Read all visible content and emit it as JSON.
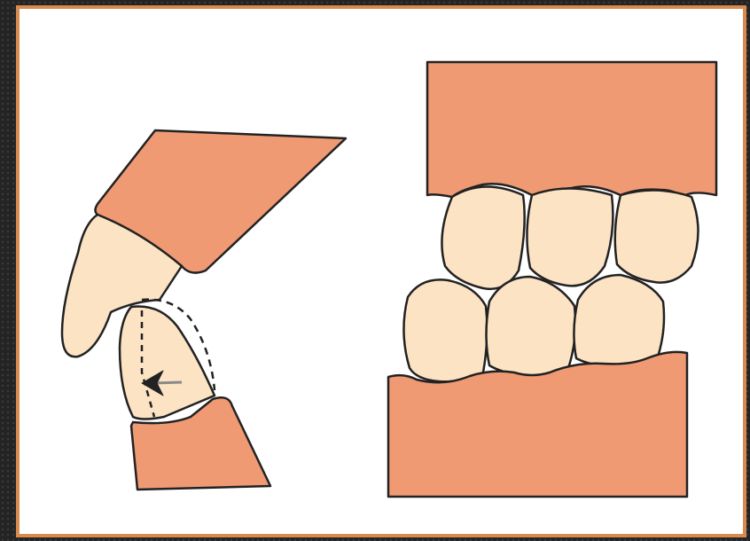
{
  "figure": {
    "colors": {
      "gum": "#F09A74",
      "tooth": "#FCE3C4",
      "outline": "#222222",
      "frame_border": "#D98A4E",
      "background": "#FFFFFF",
      "slide_frame": "#242424",
      "arrow_gray": "#8A8A8A"
    },
    "panels": [
      {
        "name": "side-view",
        "elements": [
          "upper-jaw",
          "upper-incisor",
          "lower-incisor",
          "lower-jaw",
          "rotation-arrow",
          "dashed-outline"
        ]
      },
      {
        "name": "front-view",
        "elements": [
          "upper-gum-block",
          "upper-teeth",
          "lower-teeth",
          "lower-gum-block"
        ]
      }
    ],
    "upper_teeth_count": 3,
    "lower_teeth_count": 3
  }
}
